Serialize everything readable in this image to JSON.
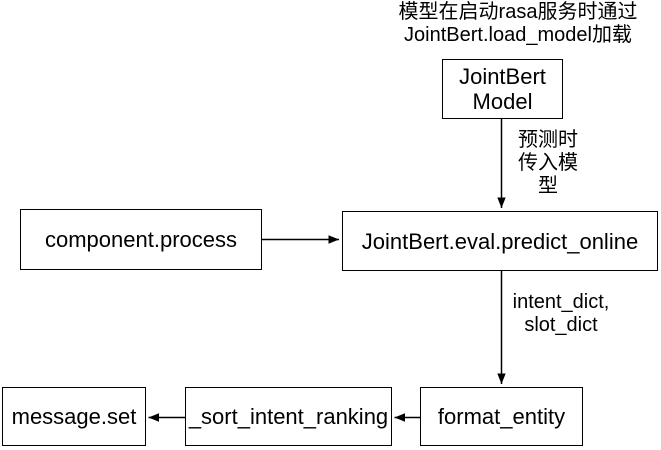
{
  "diagram": {
    "colors": {
      "background": "#ffffff",
      "stroke": "#000000",
      "text": "#000000"
    },
    "nodes": {
      "jointbert_model": {
        "label": "JointBert\nModel"
      },
      "component_process": {
        "label": "component.process"
      },
      "predict_online": {
        "label": "JointBert.eval.predict_online"
      },
      "format_entity": {
        "label": "format_entity"
      },
      "sort_intent_ranking": {
        "label": "_sort_intent_ranking"
      },
      "message_set": {
        "label": "message.set"
      }
    },
    "annotations": {
      "load_note": "模型在启动rasa服务时通过\nJointBert.load_model加载",
      "predict_input_label": "预测时\n传入模\n型",
      "dict_output_label": "intent_dict,\nslot_dict"
    }
  }
}
